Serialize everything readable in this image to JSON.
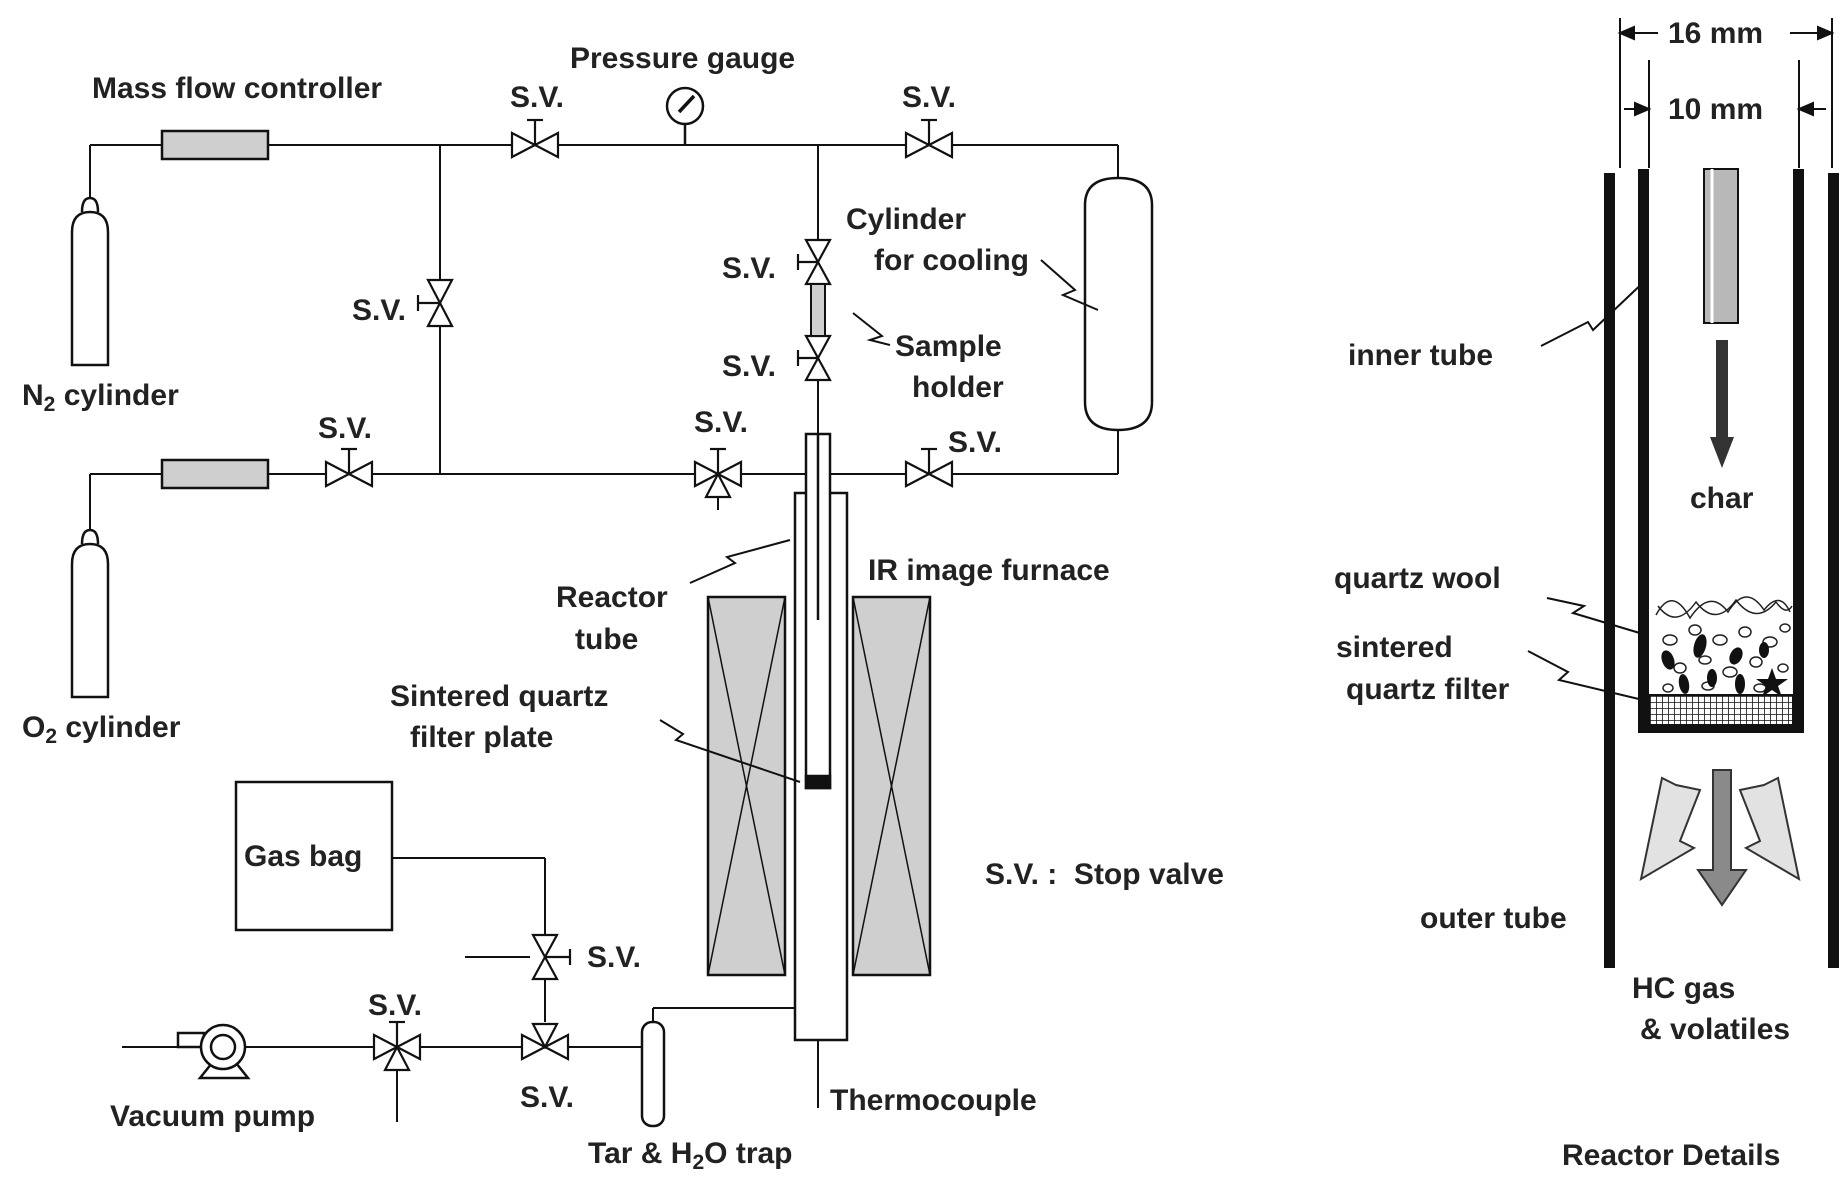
{
  "labels": {
    "mfc": "Mass flow controller",
    "pressure_gauge": "Pressure gauge",
    "sv": "S.V.",
    "n2_cylinder": {
      "pre": "N",
      "sub": "2",
      "post": " cylinder"
    },
    "o2_cylinder": {
      "pre": "O",
      "sub": "2",
      "post": " cylinder"
    },
    "cylinder_cooling_1": "Cylinder",
    "cylinder_cooling_2": "for cooling",
    "sample_holder_1": "Sample",
    "sample_holder_2": "holder",
    "reactor_tube_1": "Reactor",
    "reactor_tube_2": "tube",
    "ir_furnace": "IR image furnace",
    "filter_plate_1": "Sintered quartz",
    "filter_plate_2": "filter plate",
    "gas_bag": "Gas bag",
    "legend": "S.V. :  Stop valve",
    "vacuum_pump": "Vacuum pump",
    "thermocouple": "Thermocouple",
    "tar_trap": {
      "pre": "Tar & H",
      "sub": "2",
      "post": "O trap"
    }
  },
  "details": {
    "outer_dim": "16 mm",
    "inner_dim": "10 mm",
    "inner_tube": "inner tube",
    "char": "char",
    "quartz_wool": "quartz wool",
    "sintered_1": "sintered",
    "sintered_2": "quartz filter",
    "outer_tube": "outer tube",
    "hc_1": "HC gas",
    "hc_2": "& volatiles",
    "title": "Reactor Details"
  }
}
